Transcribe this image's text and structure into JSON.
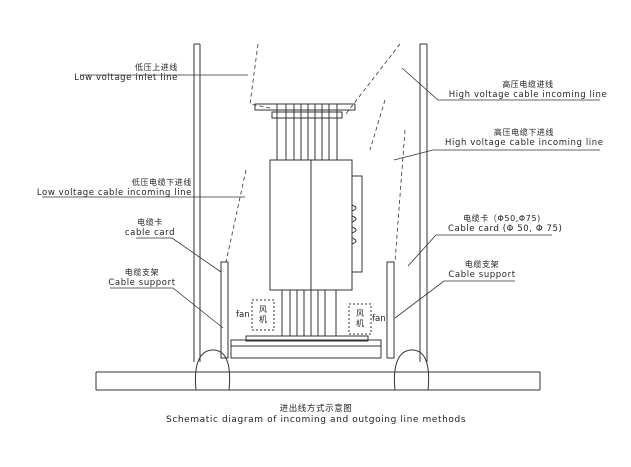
{
  "labels": {
    "low_voltage_inlet": {
      "zh": "低压上进线",
      "en": "Low voltage inlet line"
    },
    "low_voltage_cable": {
      "zh": "低压电缆下进线",
      "en": "Low voltage cable incoming line"
    },
    "cable_card_left": {
      "zh": "电缆卡",
      "en": "cable card"
    },
    "cable_support_left": {
      "zh": "电缆支架",
      "en": "Cable support"
    },
    "high_voltage_cable_top": {
      "zh": "高压电缆进线",
      "en": "High voltage cable incoming line"
    },
    "high_voltage_cable_down": {
      "zh": "高压电缆下进线",
      "en": "High voltage cable incoming line"
    },
    "cable_card_right": {
      "zh": "电缆卡（Φ50,Φ75)",
      "en": "Cable card (Φ 50, Φ 75)"
    },
    "cable_support_right": {
      "zh": "电缆支架",
      "en": "Cable support"
    },
    "fan_left": {
      "en": "fan",
      "zh": "风机"
    },
    "fan_right": {
      "en": "fan",
      "zh": "风机"
    }
  },
  "caption": {
    "zh": "进出线方式示意图",
    "en": "Schematic diagram of incoming and outgoing line methods"
  }
}
